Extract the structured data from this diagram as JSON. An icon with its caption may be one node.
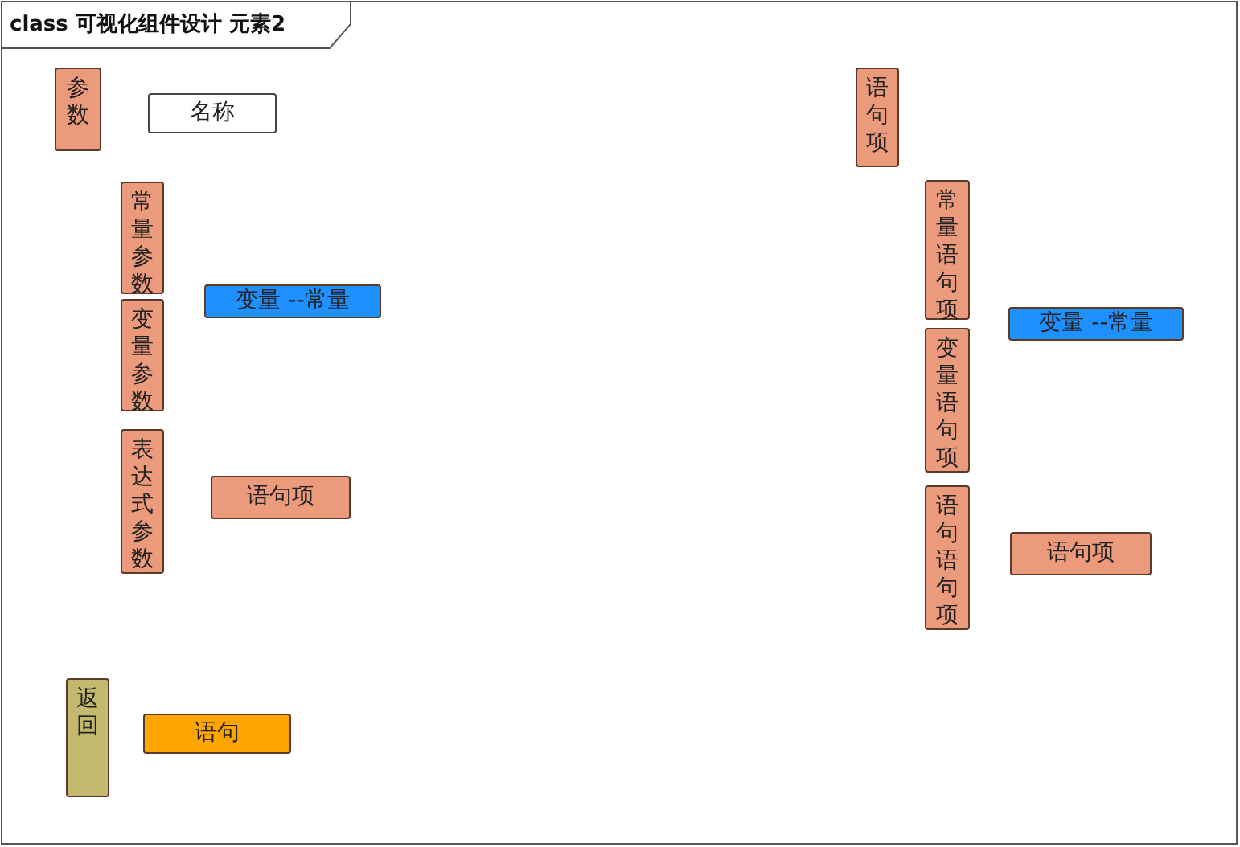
{
  "diagram": {
    "title": "class 可视化组件设计 元素2",
    "nodes": [
      {
        "text": [
          "参数"
        ]
      },
      {
        "text": [
          "名称"
        ]
      },
      {
        "text": [
          "常量参数"
        ]
      },
      {
        "text": [
          "变量参数"
        ]
      },
      {
        "text": [
          "变量 --常量"
        ]
      },
      {
        "text": [
          "表达式参数"
        ]
      },
      {
        "text": [
          "语句项"
        ]
      },
      {
        "text": [
          "返回"
        ]
      },
      {
        "text": [
          "语句"
        ]
      },
      {
        "text": [
          "语句项"
        ]
      },
      {
        "text": [
          "常量语句项"
        ]
      },
      {
        "text": [
          "变量语句项"
        ]
      },
      {
        "text": [
          "变量 --常量"
        ]
      },
      {
        "text": [
          "语句语句项"
        ]
      },
      {
        "text": [
          "语句项"
        ]
      }
    ]
  }
}
